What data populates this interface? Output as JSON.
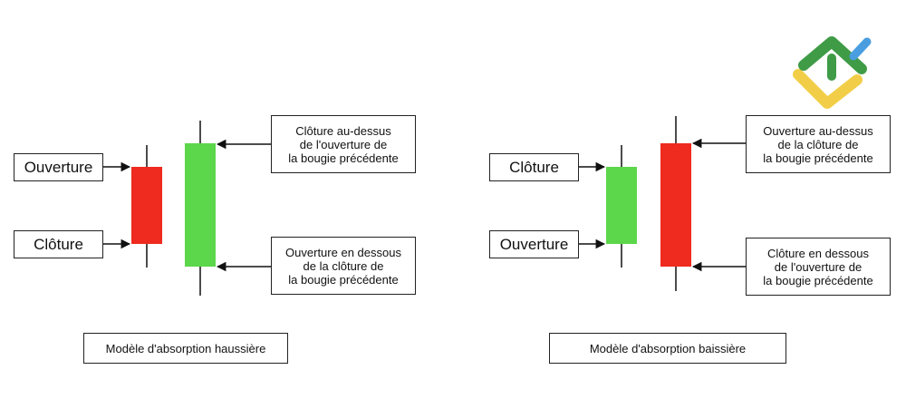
{
  "colors": {
    "bullish": "#5cd64a",
    "bearish": "#ef2a1e",
    "line": "#111111",
    "logo_green": "#3f9b46",
    "logo_blue": "#4a9ee0",
    "logo_yellow": "#f2ce48"
  },
  "logo": {
    "name": "litefinance-logo-icon"
  },
  "left": {
    "open_label": "Ouverture",
    "close_label": "Clôture",
    "top_note": "Clôture au-dessus\nde l'ouverture de\nla bougie précédente",
    "bottom_note": "Ouverture en dessous\nde la clôture de\nla bougie précédente",
    "caption": "Modèle d'absorption haussière"
  },
  "right": {
    "close_label": "Clôture",
    "open_label": "Ouverture",
    "top_note": "Ouverture au-dessus\nde la clôture de\nla bougie précédente",
    "bottom_note": "Clôture en dessous\nde l'ouverture de\nla bougie précédente",
    "caption": "Modèle d'absorption baissière"
  }
}
